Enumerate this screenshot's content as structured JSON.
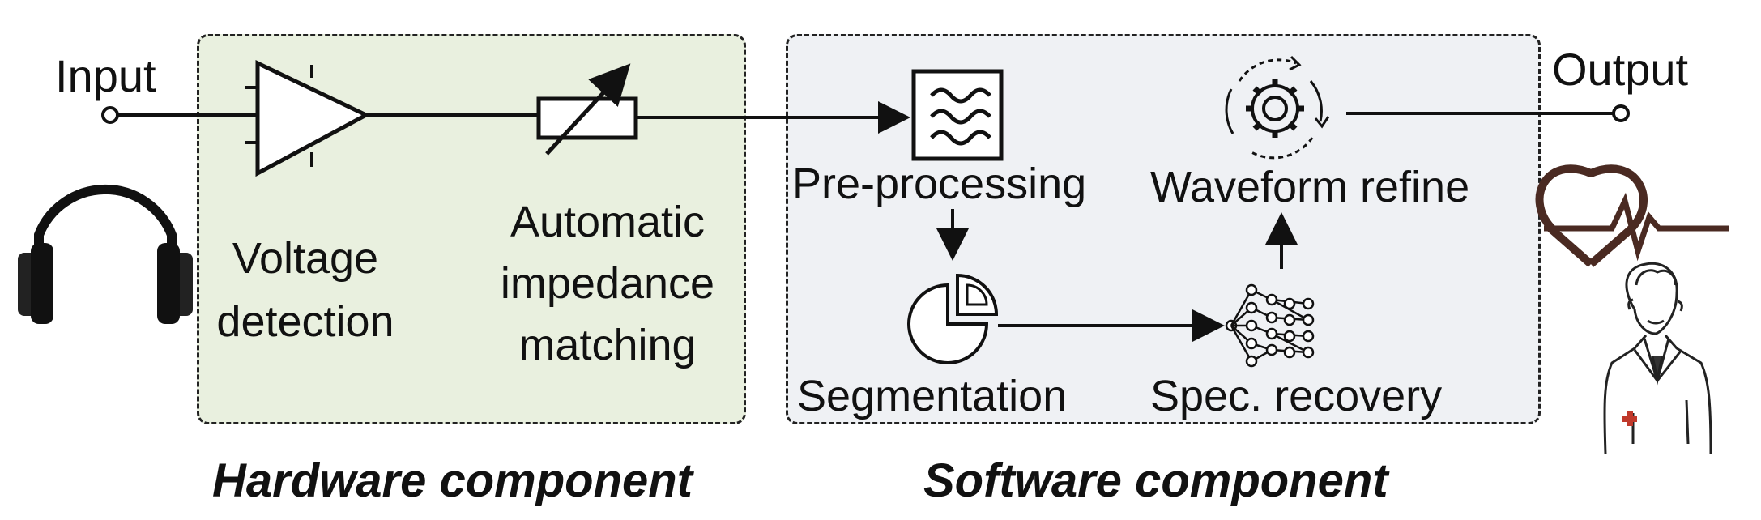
{
  "io": {
    "input": "Input",
    "output": "Output"
  },
  "hardware": {
    "caption": "Hardware component",
    "voltage_detection": [
      "Voltage",
      "detection"
    ],
    "impedance_matching": [
      "Automatic",
      "impedance",
      "matching"
    ]
  },
  "software": {
    "caption": "Software component",
    "preprocessing": "Pre-processing",
    "segmentation": "Segmentation",
    "spec_recovery": "Spec. recovery",
    "waveform_refine": "Waveform refine"
  },
  "icons": [
    "headphones-icon",
    "amplifier-icon",
    "variable-resistor-icon",
    "filter-icon",
    "pie-chart-icon",
    "neural-network-icon",
    "gear-refresh-icon",
    "heartbeat-icon",
    "doctor-icon"
  ]
}
